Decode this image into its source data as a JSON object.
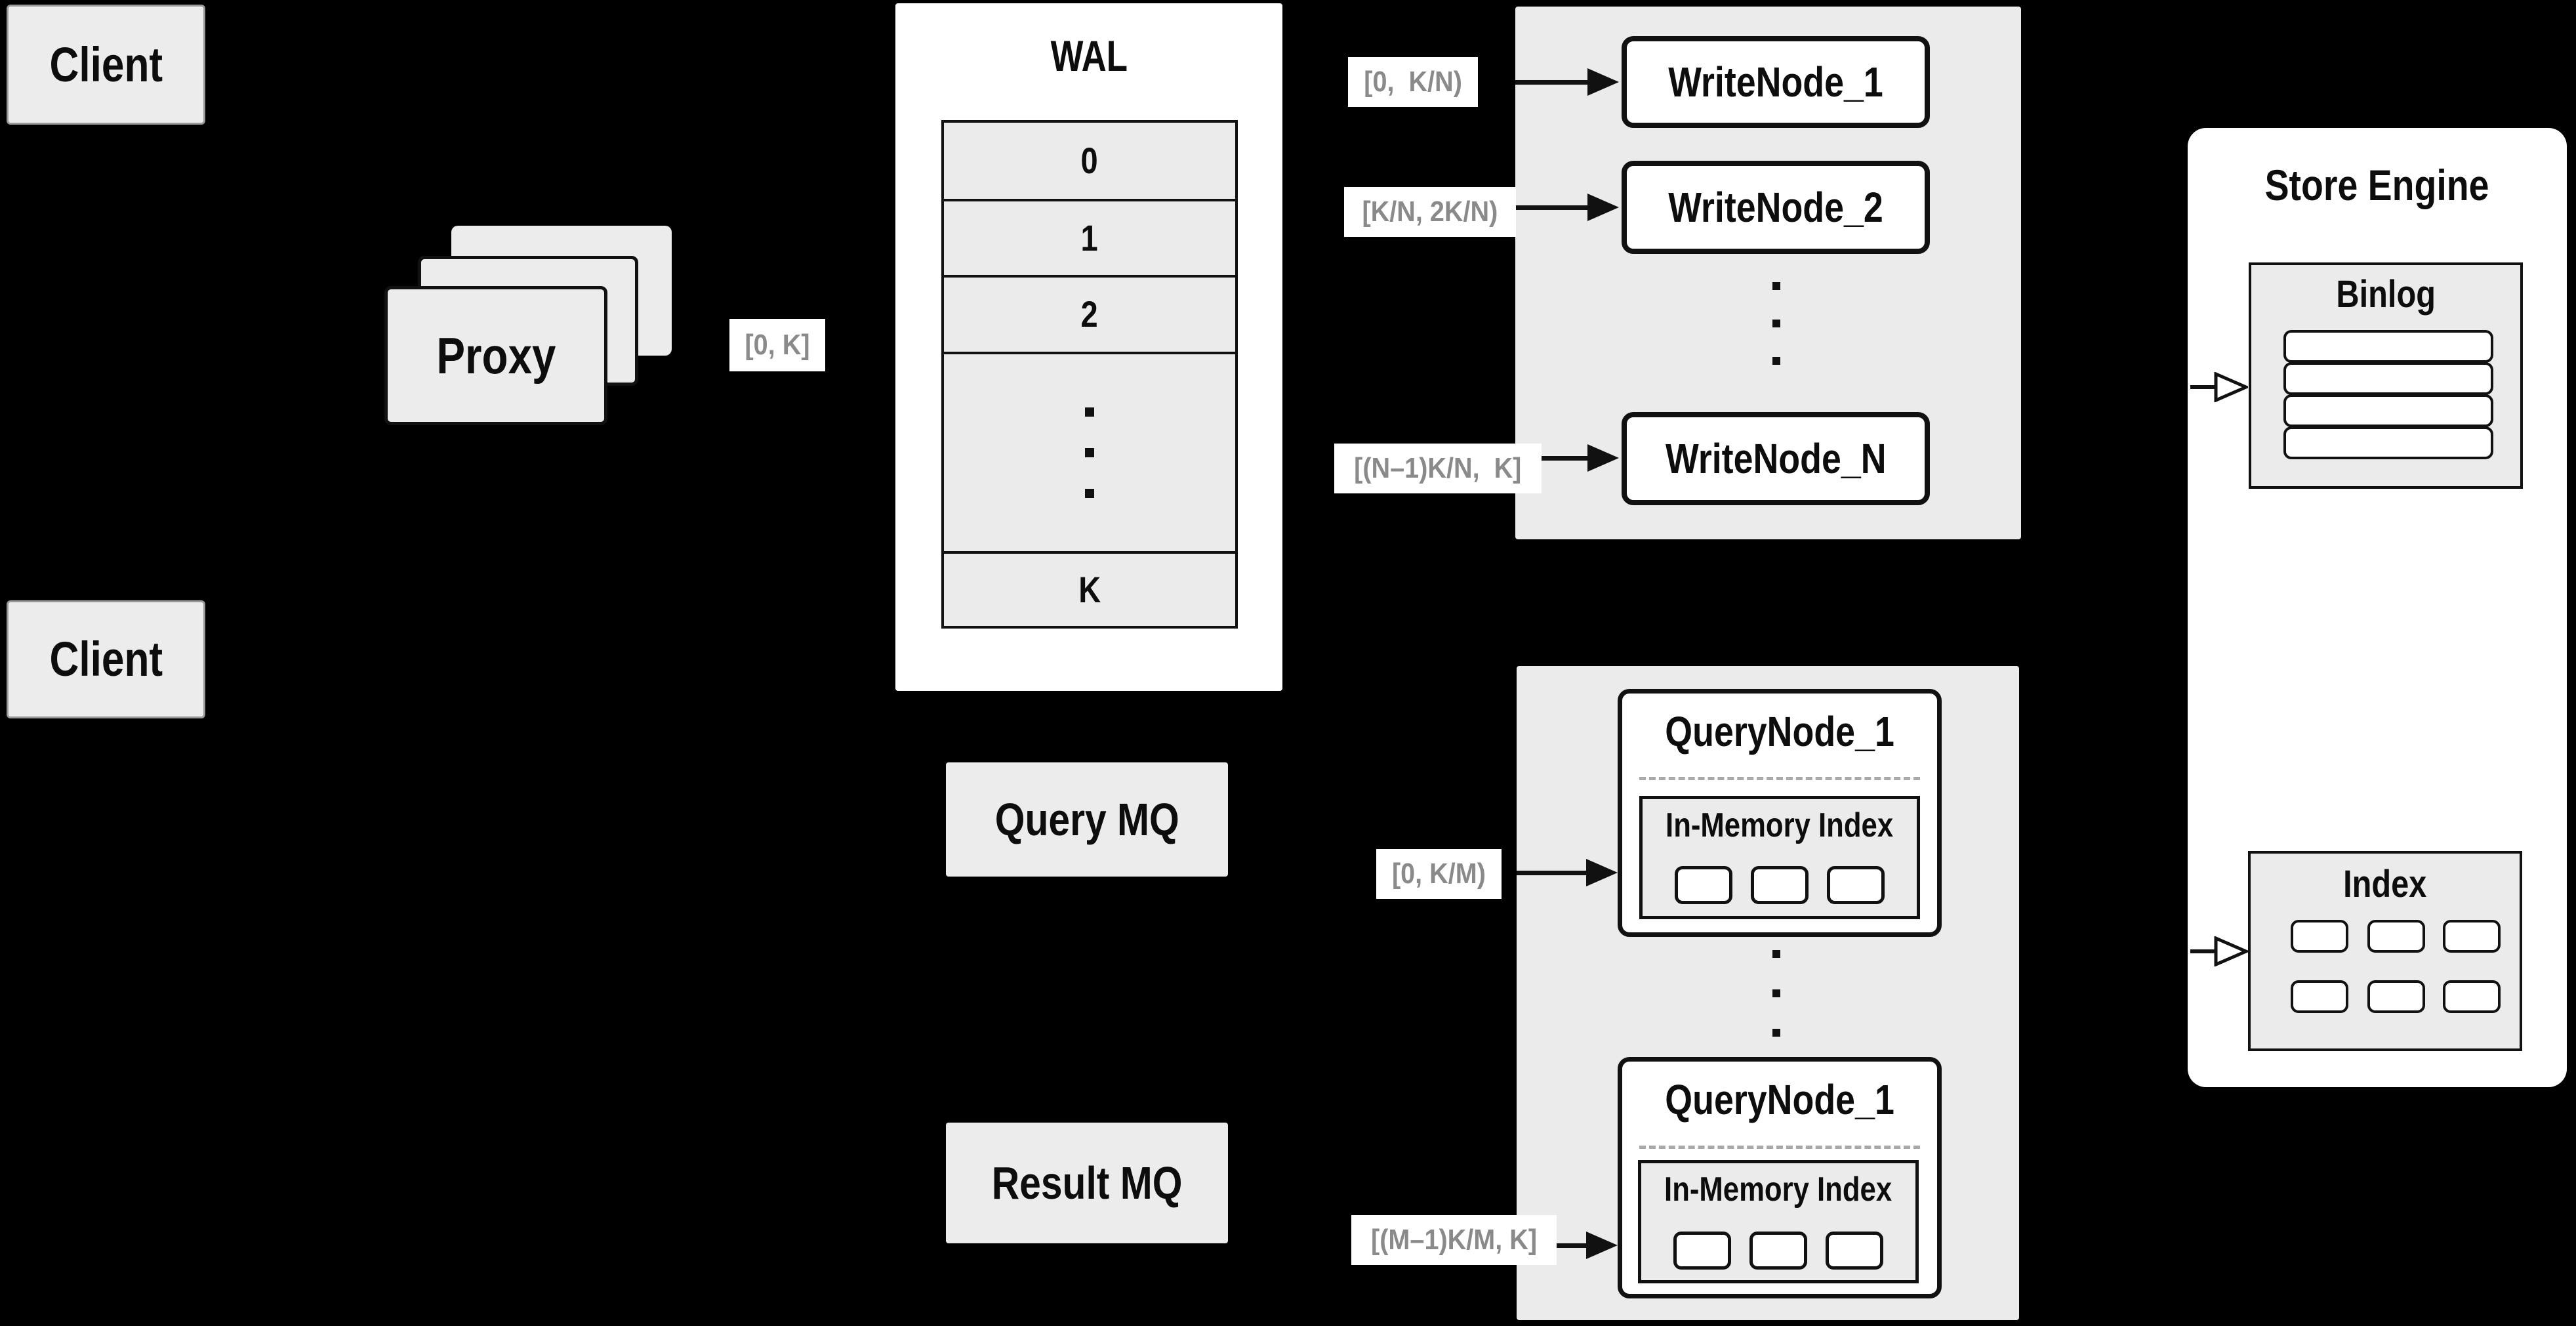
{
  "colors": {
    "background": "#000000",
    "panel_white": "#ffffff",
    "box_gray": "#ebebeb",
    "border_dark": "#111111",
    "muted_border": "#9a9a9a",
    "range_text": "#8a8a8a",
    "dash_gray": "#a8a8a8"
  },
  "clients": {
    "top_label": "Client",
    "bottom_label": "Client"
  },
  "proxy": {
    "label": "Proxy",
    "range": "[0, K]"
  },
  "wal": {
    "title": "WAL",
    "rows": [
      "0",
      "1",
      "2",
      "K"
    ]
  },
  "write_cluster": {
    "nodes": [
      {
        "label": "WriteNode_1",
        "range": "[0,  K/N)"
      },
      {
        "label": "WriteNode_2",
        "range": "[K/N, 2K/N)"
      },
      {
        "label": "WriteNode_N",
        "range": "[(N–1)K/N,  K]"
      }
    ]
  },
  "mq": {
    "query_label": "Query MQ",
    "result_label": "Result MQ"
  },
  "query_cluster": {
    "nodes": [
      {
        "label": "QueryNode_1",
        "memory_title": "In-Memory Index",
        "range": "[0, K/M)"
      },
      {
        "label": "QueryNode_1",
        "memory_title": "In-Memory Index",
        "range": "[(M–1)K/M, K]"
      }
    ]
  },
  "store_engine": {
    "title": "Store Engine",
    "binlog_title": "Binlog",
    "index_title": "Index"
  }
}
